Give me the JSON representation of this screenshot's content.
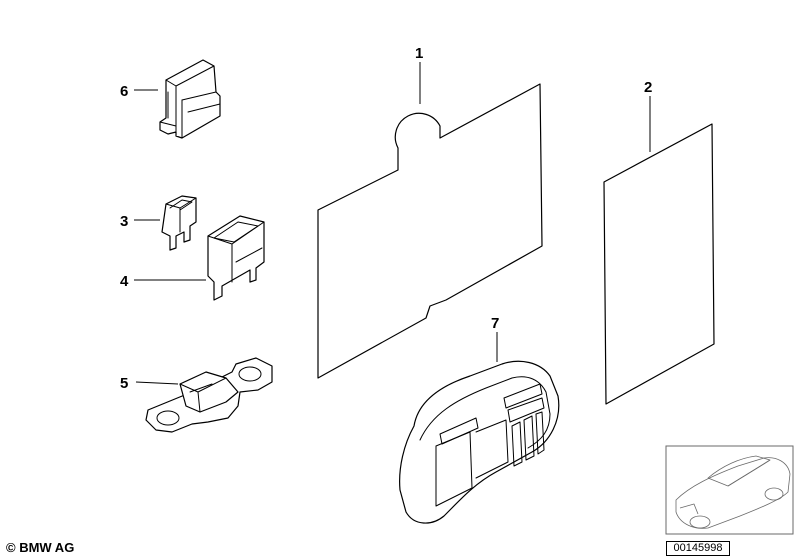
{
  "callouts": {
    "part_1": "1",
    "part_2": "2",
    "part_3": "3",
    "part_4": "4",
    "part_5": "5",
    "part_6": "6",
    "part_7": "7"
  },
  "footer": {
    "copyright": "© BMW AG",
    "image_id": "00145998"
  },
  "colors": {
    "line": "#000000",
    "background": "#ffffff",
    "thumbnail_line": "#6a6a6a"
  }
}
